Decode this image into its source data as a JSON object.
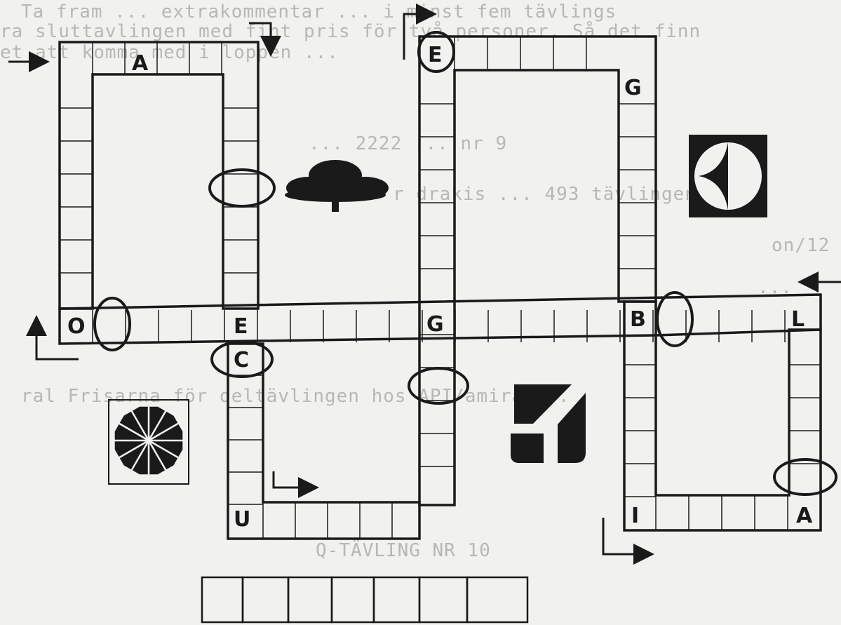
{
  "bleed_text": [
    "Ta fram ... extrakommentar ... i minst fem tävlings",
    "ra sluttavlingen med fint pris för två personer. Så det finn",
    "et att komma med i loppen ...",
    "... 2222 ... nr 9",
    "r drakis ... 493 tävlingen",
    "on/12",
    "...",
    "ral Frisarna för deltävlingen hos API/amira ...",
    "Q-TÄVLING NR 10"
  ],
  "letters": {
    "top_left": "A",
    "top_center": "E",
    "right_upper": "G",
    "band_o": "O",
    "band_e": "E",
    "band_g": "G",
    "band_b": "B",
    "band_l": "L",
    "below_c": "C",
    "bottom_u": "U",
    "bottom_i": "I",
    "bottom_a": "A"
  },
  "answer_box_count": 7,
  "colors": {
    "ink": "#1a1a1a",
    "paper": "#f1f1ef",
    "bleed": "#b7b7b4"
  }
}
